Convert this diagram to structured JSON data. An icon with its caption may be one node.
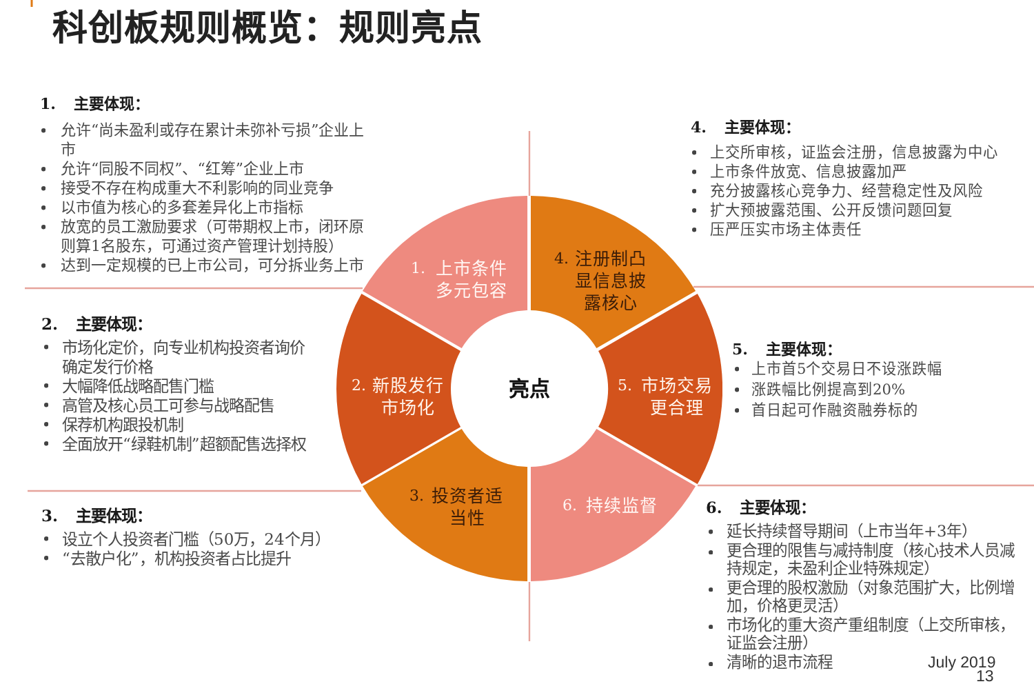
{
  "diagram": {
    "title": "科创板规则概览：规则亮点",
    "nodes": [
      {
        "text": [
          "1.",
          "上市条件多元包容"
        ],
        "beside": [
          "1. 主要体现：",
          "允许“尚未盈利或存在累计未弥补亏损”企业上市",
          "允许“同股不同权”、“红筹”企业上市",
          "接受不存在构成重大不利影响的同业竞争",
          "以市值为核心的多套差异化上市指标",
          "放宽的员工激励要求（可带期权上市，闭环原则算1名股东，可通过资产管理计划持股）",
          "达到一定规模的已上市公司，可分拆业务上市"
        ]
      },
      {
        "text": [
          "2.",
          "新股发行市场化"
        ],
        "beside": [
          "2. 主要体现：",
          "市场化定价，向专业机构投资者询价确定发行价格",
          "大幅降低战略配售门槛",
          "高管及核心员工可参与战略配售",
          "保荐机构跟投机制",
          "全面放开“绿鞋机制”超额配售选择权"
        ]
      },
      {
        "text": [
          "3.",
          "投资者适当性"
        ],
        "beside": [
          "3. 主要体现：",
          "设立个人投资者门槛（50万，24个月）",
          "“去散户化”，机构投资者占比提升"
        ]
      },
      {
        "text": [
          "4.",
          "注册制凸显信息披露核心"
        ],
        "beside": [
          "4. 主要体现：",
          "上交所审核，证监会注册，信息披露为中心",
          "上市条件放宽、信息披露加严",
          "充分披露核心竞争力、经营稳定性及风险",
          "扩大预披露范围、公开反馈问题回复",
          "压严压实市场主体责任"
        ]
      },
      {
        "text": [
          "5.",
          "市场交易更合理"
        ],
        "beside": [
          "5. 主要体现：",
          "上市首5个交易日不设涨跌幅",
          "涨跌幅比例提高到20%",
          "首日起可作融资融券标的"
        ]
      },
      {
        "text": [
          "6.",
          "持续监督"
        ],
        "beside": [
          "6. 主要体现：",
          "延长持续督导期间（上市当年+3年）",
          "更合理的限售与减持制度（核心技术人员减持规定，未盈利企业特殊规定）",
          "更合理的股权激励（对象范围扩大，比例增加，价格更灵活）",
          "市场化的重大资产重组制度（上交所审核，证监会注册）",
          "清晰的退市流程"
        ]
      },
      {
        "text": [
          "亮点"
        ]
      }
    ],
    "labels": [
      "July 2019",
      "13"
    ]
  }
}
